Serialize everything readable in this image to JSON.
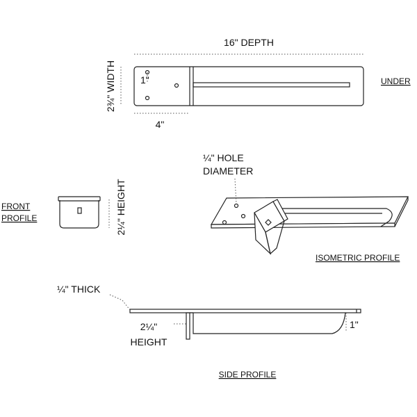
{
  "labels": {
    "depth": "16\" DEPTH",
    "width": "2¾\" WIDTH",
    "one_inch_top": "1\"",
    "four_inch": "4\"",
    "under": "UNDER",
    "hole": "¼\" HOLE",
    "diameter": "DIAMETER",
    "front_line1": "FRONT",
    "front_line2": "PROFILE",
    "height_vertical": "2¼\" HEIGHT",
    "isometric": "ISOMETRIC PROFILE",
    "thick": "¼\" THICK",
    "height_side_line1": "2¼\"",
    "height_side_line2": "HEIGHT",
    "one_inch_side": "1\"",
    "side": "SIDE PROFILE"
  }
}
